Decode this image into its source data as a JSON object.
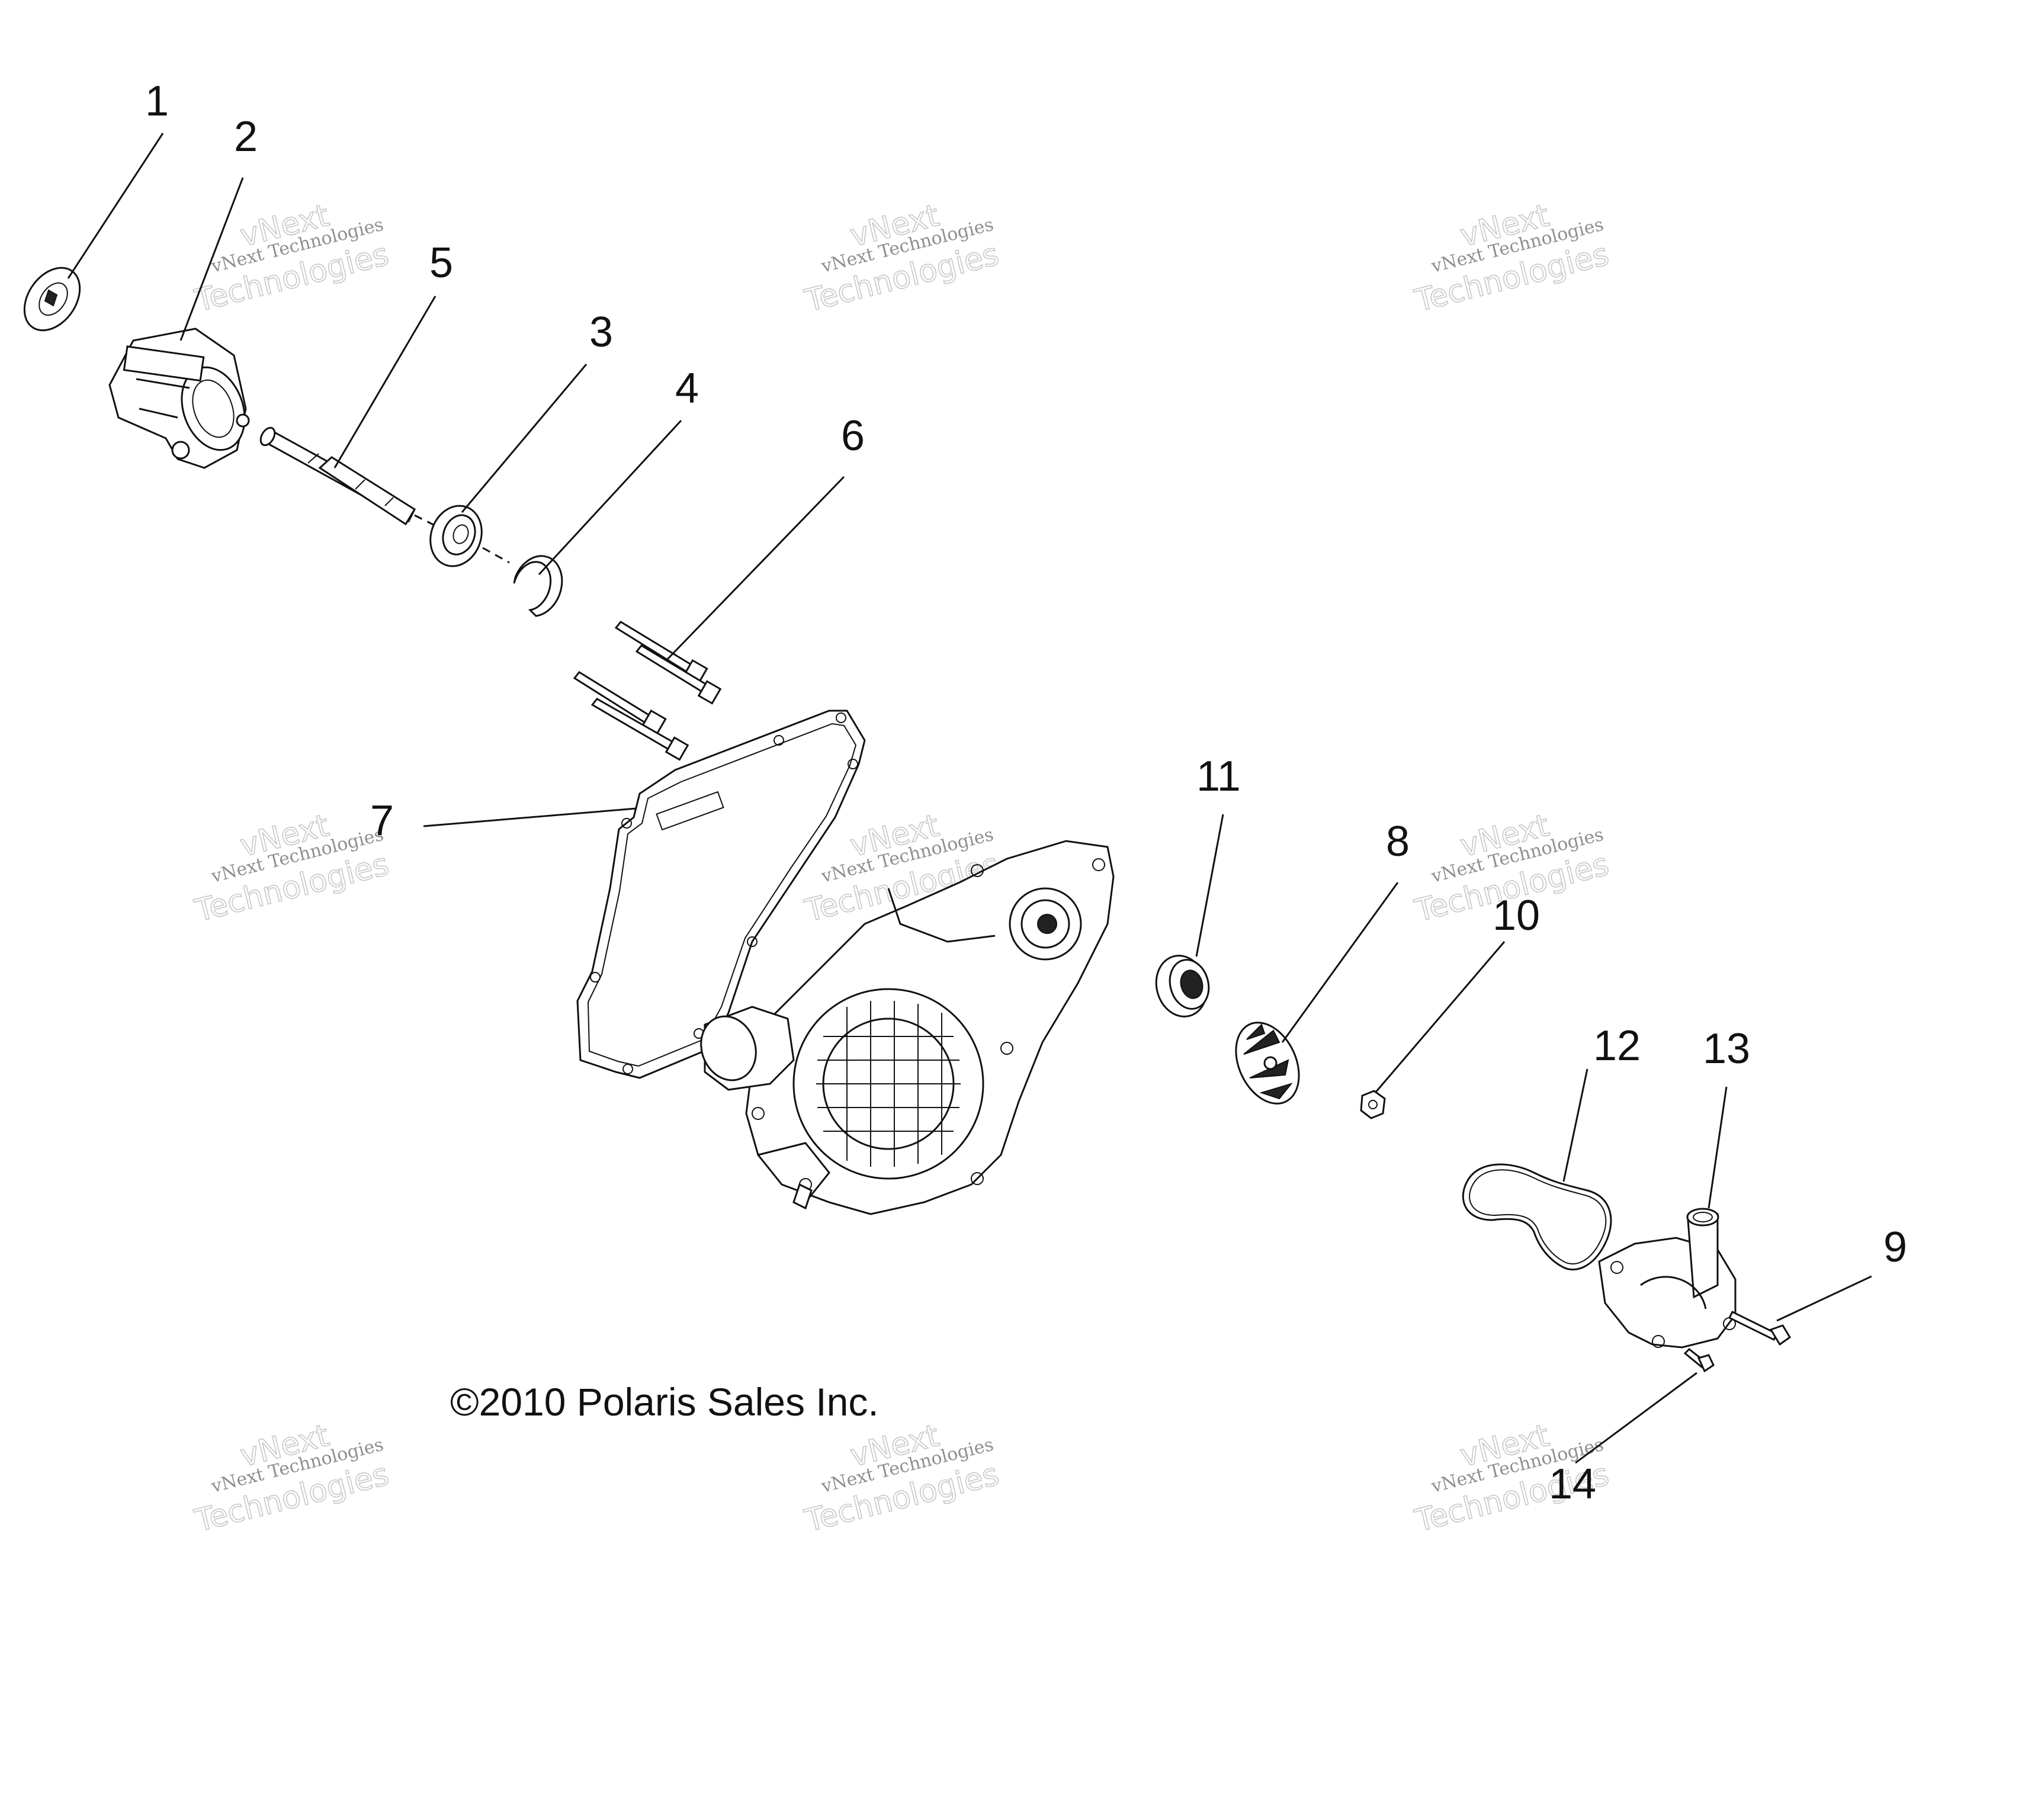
{
  "callouts": {
    "c1": "1",
    "c2": "2",
    "c3": "3",
    "c4": "4",
    "c5": "5",
    "c6": "6",
    "c7": "7",
    "c8": "8",
    "c9": "9",
    "c10": "10",
    "c11": "11",
    "c12": "12",
    "c13": "13",
    "c14": "14"
  },
  "copyright": "©2010 Polaris Sales Inc.",
  "watermark": {
    "line1": "vNext Technologies",
    "line2": "Technologies",
    "line3": "vNext"
  }
}
